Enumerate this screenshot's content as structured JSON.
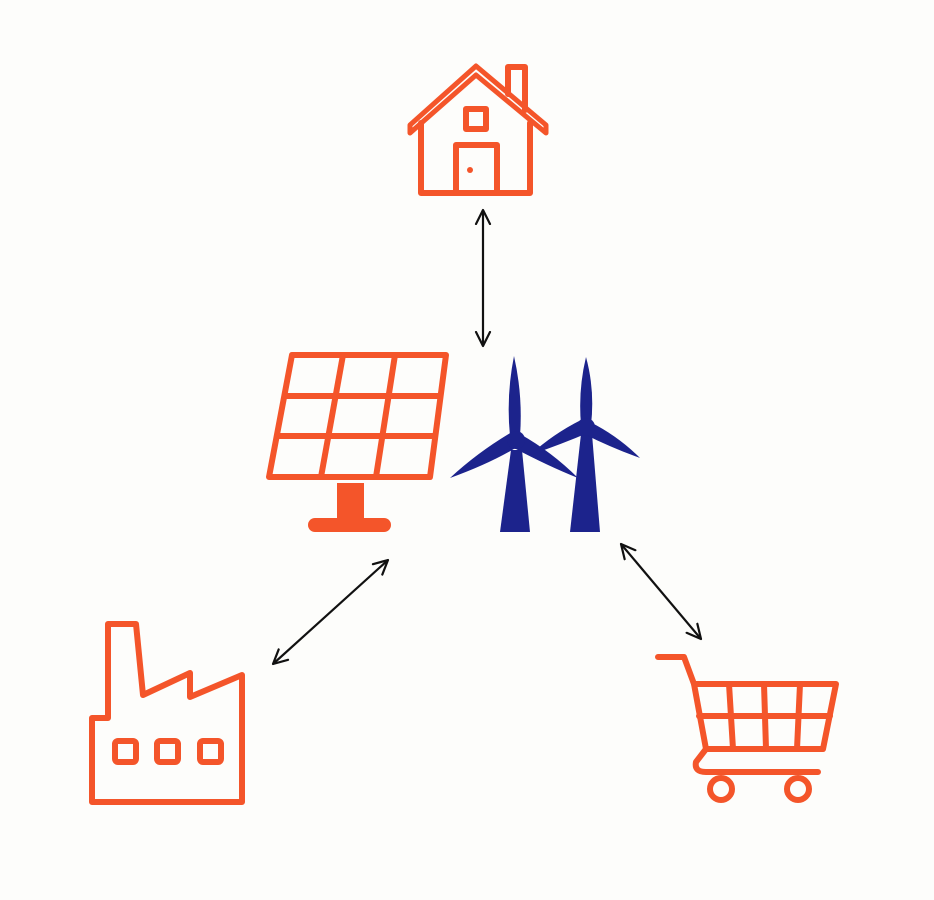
{
  "diagram": {
    "nodes": [
      {
        "id": "house",
        "icon": "house-icon",
        "color": "#f4552a"
      },
      {
        "id": "solar-panel",
        "icon": "solar-panel-icon",
        "color": "#f4552a"
      },
      {
        "id": "wind-turbines",
        "icon": "wind-turbine-icon",
        "color": "#1c238c"
      },
      {
        "id": "factory",
        "icon": "factory-icon",
        "color": "#f4552a"
      },
      {
        "id": "shopping-cart",
        "icon": "shopping-cart-icon",
        "color": "#f4552a"
      }
    ],
    "connections": [
      {
        "from": "renewable-hub",
        "to": "house",
        "style": "double-headed-arrow",
        "color": "#111111"
      },
      {
        "from": "renewable-hub",
        "to": "factory",
        "style": "double-headed-arrow",
        "color": "#111111"
      },
      {
        "from": "renewable-hub",
        "to": "shopping-cart",
        "style": "double-headed-arrow",
        "color": "#111111"
      }
    ],
    "colors": {
      "accent": "#f4552a",
      "wind": "#1c238c",
      "arrow": "#111111",
      "background": "#fdfdfb"
    }
  }
}
